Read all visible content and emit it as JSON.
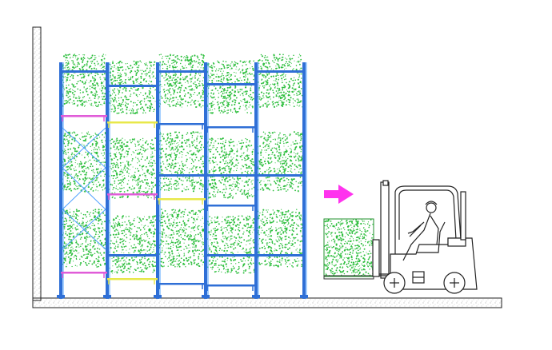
{
  "diagram": {
    "colors": {
      "rack": "#2f6fd6",
      "rack_light": "#4da0ff",
      "load": "#2fbf3f",
      "load_edge": "#1f8f2b",
      "beam_pink": "#e05cd8",
      "beam_yellow": "#e8e84a",
      "arrow": "#ff33ee",
      "line": "#222222",
      "wall_fill": "#f4f4ee"
    },
    "rack_bays": 5,
    "elements": [
      "wall",
      "floor",
      "pallet-rack",
      "pallet-loads",
      "direction-arrow",
      "forklift",
      "forklift-pallet-load"
    ]
  }
}
